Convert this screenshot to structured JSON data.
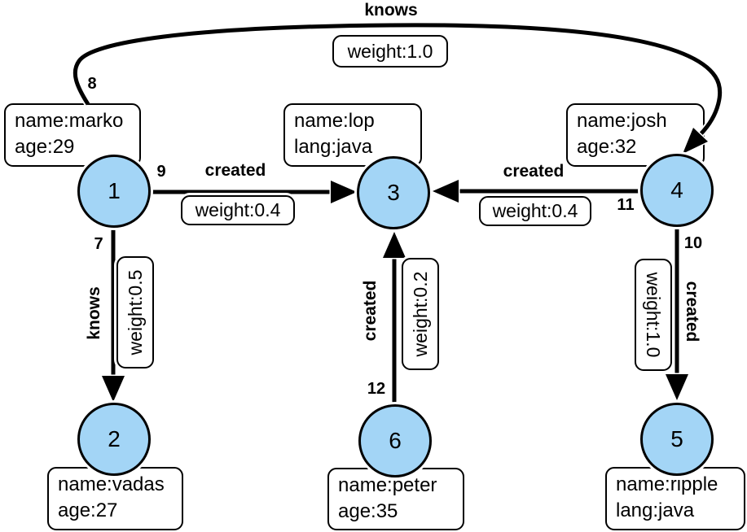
{
  "diagram": {
    "type": "property-graph",
    "colors": {
      "vertex_fill": "#a3d5f6",
      "line": "#000000",
      "box_bg": "#ffffff",
      "text": "#000000"
    }
  },
  "vertices": [
    {
      "id": "1",
      "properties": [
        "name:marko",
        "age:29"
      ]
    },
    {
      "id": "2",
      "properties": [
        "name:vadas",
        "age:27"
      ]
    },
    {
      "id": "3",
      "properties": [
        "name:lop",
        "lang:java"
      ]
    },
    {
      "id": "4",
      "properties": [
        "name:josh",
        "age:32"
      ]
    },
    {
      "id": "5",
      "properties": [
        "name:ripple",
        "lang:java"
      ]
    },
    {
      "id": "6",
      "properties": [
        "name:peter",
        "age:35"
      ]
    }
  ],
  "edges": [
    {
      "id": "7",
      "label": "knows",
      "weight": "weight:0.5",
      "from": "1",
      "to": "2"
    },
    {
      "id": "8",
      "label": "knows",
      "weight": "weight:1.0",
      "from": "1",
      "to": "4"
    },
    {
      "id": "9",
      "label": "created",
      "weight": "weight:0.4",
      "from": "1",
      "to": "3"
    },
    {
      "id": "10",
      "label": "created",
      "weight": "weight:1.0",
      "from": "4",
      "to": "5"
    },
    {
      "id": "11",
      "label": "created",
      "weight": "weight:0.4",
      "from": "4",
      "to": "3"
    },
    {
      "id": "12",
      "label": "created",
      "weight": "weight:0.2",
      "from": "6",
      "to": "3"
    }
  ]
}
